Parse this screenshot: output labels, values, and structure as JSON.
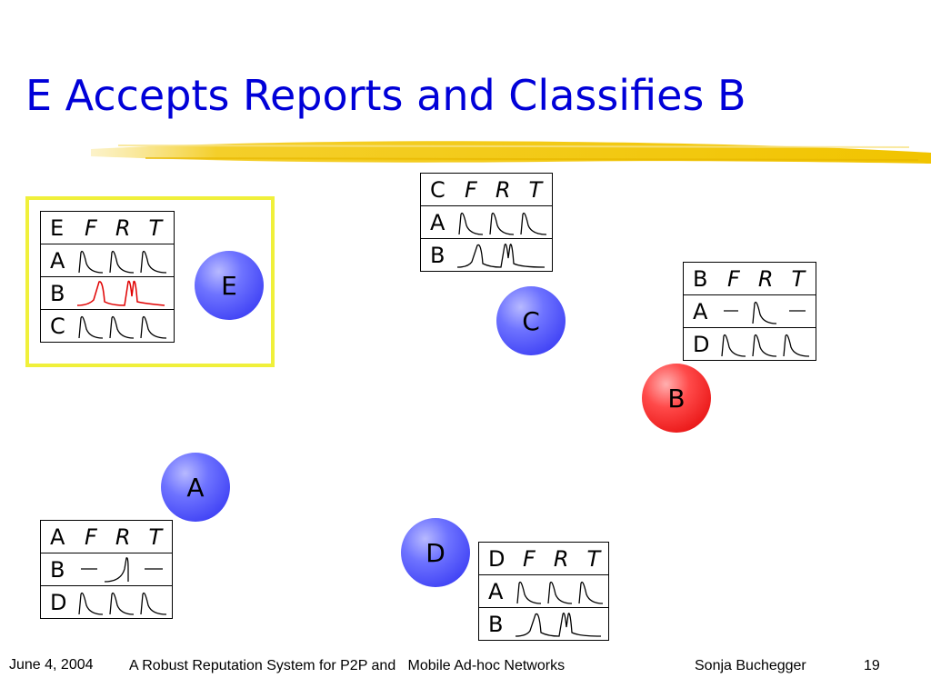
{
  "slide": {
    "title": "E Accepts Reports and Classifies B",
    "footer": {
      "date": "June 4, 2004",
      "paper": "A Robust Reputation System for P2P and   Mobile Ad-hoc Networks",
      "author": "Sonja Buchegger",
      "page": "19"
    }
  },
  "colors": {
    "title": "#0000d8",
    "node_blue": "#3a3cf5",
    "node_red": "#f01010",
    "highlight": "#f0f03a",
    "red_curve": "#e00000"
  },
  "nodes": {
    "E": "E",
    "C": "C",
    "B": "B",
    "A": "A",
    "D": "D"
  },
  "tables": {
    "E": {
      "owner": "E",
      "h1": "F",
      "h2": "R",
      "h3": "T",
      "rows": [
        "A",
        "B",
        "C"
      ]
    },
    "C": {
      "owner": "C",
      "h1": "F",
      "h2": "R",
      "h3": "T",
      "rows": [
        "A",
        "B"
      ]
    },
    "B": {
      "owner": "B",
      "h1": "F",
      "h2": "R",
      "h3": "T",
      "rows": [
        "A",
        "D"
      ]
    },
    "A": {
      "owner": "A",
      "h1": "F",
      "h2": "R",
      "h3": "T",
      "rows": [
        "B",
        "D"
      ]
    },
    "D": {
      "owner": "D",
      "h1": "F",
      "h2": "R",
      "h3": "T",
      "rows": [
        "A",
        "B"
      ]
    }
  }
}
